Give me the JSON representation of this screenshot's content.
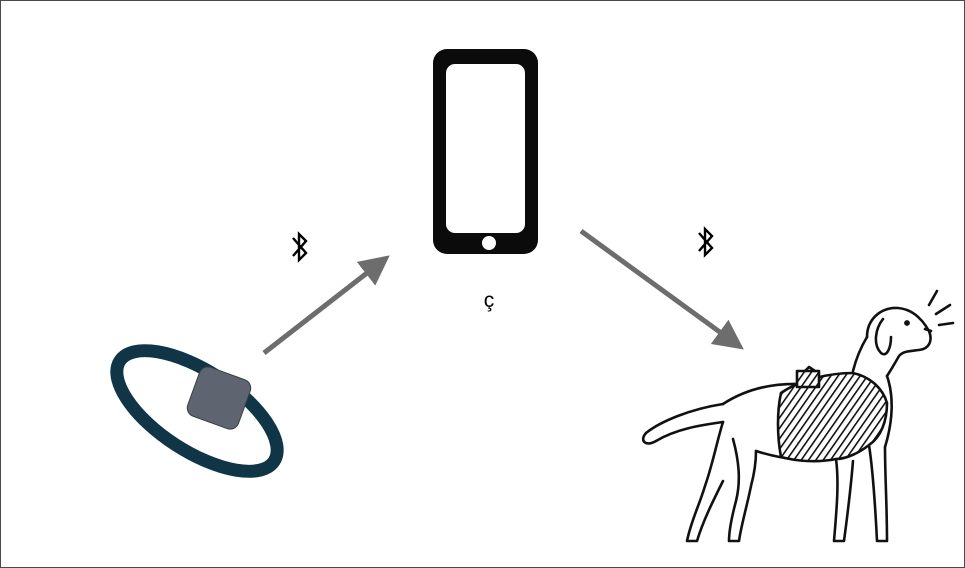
{
  "phone_caption": "ç",
  "nodes": {
    "collar": {
      "icon": "smart-collar-icon"
    },
    "phone": {
      "icon": "smartphone-icon"
    },
    "dog": {
      "icon": "dog-with-vest-icon"
    }
  },
  "links": [
    {
      "from": "collar",
      "to": "phone",
      "icon": "bluetooth-icon"
    },
    {
      "from": "phone",
      "to": "dog",
      "icon": "bluetooth-icon"
    }
  ],
  "colors": {
    "collar_ring": "#0f3547",
    "collar_device": "#5e6570",
    "arrow": "#6d6d6d",
    "phone_body": "#0b0b0b",
    "line_art": "#111111",
    "border": "#4a4a4a"
  }
}
